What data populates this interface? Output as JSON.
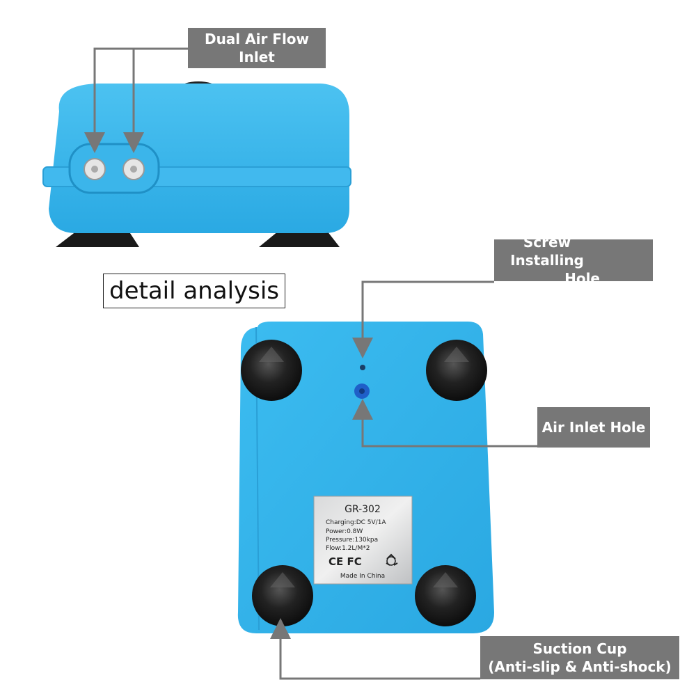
{
  "title": "detail analysis",
  "callouts": {
    "dual_air_flow_inlet": "Dual Air Flow Inlet",
    "screw_installing_hole": {
      "line1": "Screw Installing",
      "line2": "Hole"
    },
    "air_inlet_hole": "Air Inlet Hole",
    "suction_cup": {
      "line1": "Suction Cup",
      "line2": "(Anti-slip & Anti-shock)"
    }
  },
  "label_plate": {
    "model": "GR-302",
    "lines": [
      "Charging:DC 5V/1A",
      "Power:0.8W",
      "Pressure:130kpa",
      "Flow:1.2L/M*2"
    ],
    "marks": "CE FC",
    "origin": "Made In China"
  },
  "colors": {
    "device_blue": "#35b6ea",
    "device_blue_dark": "#1f9fd8",
    "callout_gray": "#777777",
    "foot_black": "#1a1a1a"
  }
}
